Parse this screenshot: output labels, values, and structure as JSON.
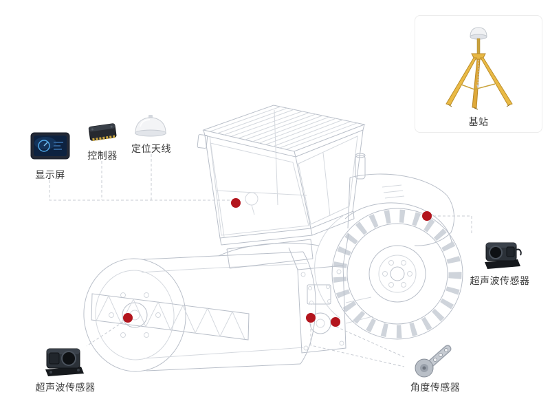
{
  "colors": {
    "marker": "#b3151d",
    "dash": "#c7cbd2",
    "wireframe": "#b9bfc9",
    "tripod": "#e8b63f"
  },
  "base_station": {
    "label": "基站"
  },
  "display": {
    "label": "显示屏"
  },
  "controller": {
    "label": "控制器"
  },
  "antenna": {
    "label": "定位天线"
  },
  "ultrasonic_right": {
    "label": "超声波传感器"
  },
  "ultrasonic_left": {
    "label": "超声波传感器"
  },
  "angle_sensor": {
    "label": "角度传感器"
  }
}
